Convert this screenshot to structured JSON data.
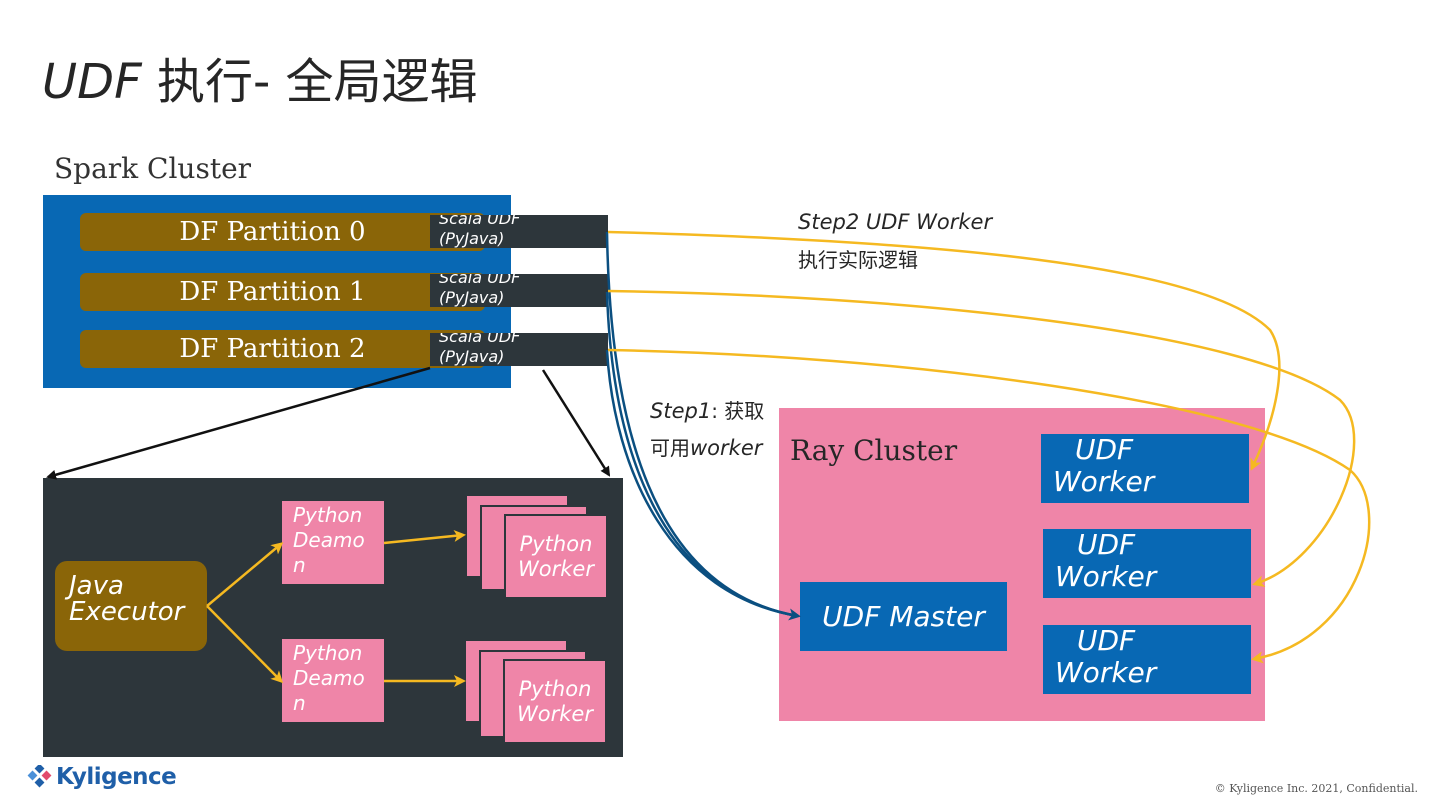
{
  "title": {
    "prefix": "UDF",
    "rest": " 执行- 全局逻辑"
  },
  "spark_cluster": {
    "label": "Spark Cluster",
    "partitions": [
      "DF Partition 0",
      "DF Partition 1",
      "DF Partition 2"
    ],
    "udf_chips": [
      {
        "line1": "Scala UDF",
        "line2": "(PyJava)"
      },
      {
        "line1": "Scala UDF",
        "line2": "(PyJava)"
      },
      {
        "line1": "Scala UDF",
        "line2": "(PyJava)"
      }
    ]
  },
  "executor": {
    "java_executor": {
      "line1": "Java",
      "line2": "Executor"
    },
    "python_daemons": [
      {
        "line1": "Python",
        "line2": "Deamo",
        "line3": "n"
      },
      {
        "line1": "Python",
        "line2": "Deamo",
        "line3": "n"
      }
    ],
    "python_workers": [
      {
        "line1": "Python",
        "line2": "Worker"
      },
      {
        "line1": "Python",
        "line2": "Worker"
      }
    ]
  },
  "steps": {
    "step1": {
      "prefix": "Step1",
      "cn1": ": 获取",
      "cn2": "可用",
      "suffix": "worker"
    },
    "step2": {
      "line1": "Step2  UDF Worker",
      "line2": "执行实际逻辑"
    }
  },
  "ray_cluster": {
    "label": "Ray Cluster",
    "master": "UDF Master",
    "workers": [
      {
        "line1": "UDF",
        "line2": "Worker"
      },
      {
        "line1": "UDF",
        "line2": "Worker"
      },
      {
        "line1": "UDF",
        "line2": "Worker"
      }
    ]
  },
  "footer": {
    "logo_text": "Kyligence",
    "copyright": "© Kyligence Inc. 2021, Confidential."
  },
  "colors": {
    "spark_blue": "#0868b4",
    "partition_brown": "#8a6508",
    "dark_slate": "#2d363b",
    "pink": "#ef85a8",
    "arrow_yellow": "#f5b921",
    "arrow_navy": "#0b4f80"
  }
}
